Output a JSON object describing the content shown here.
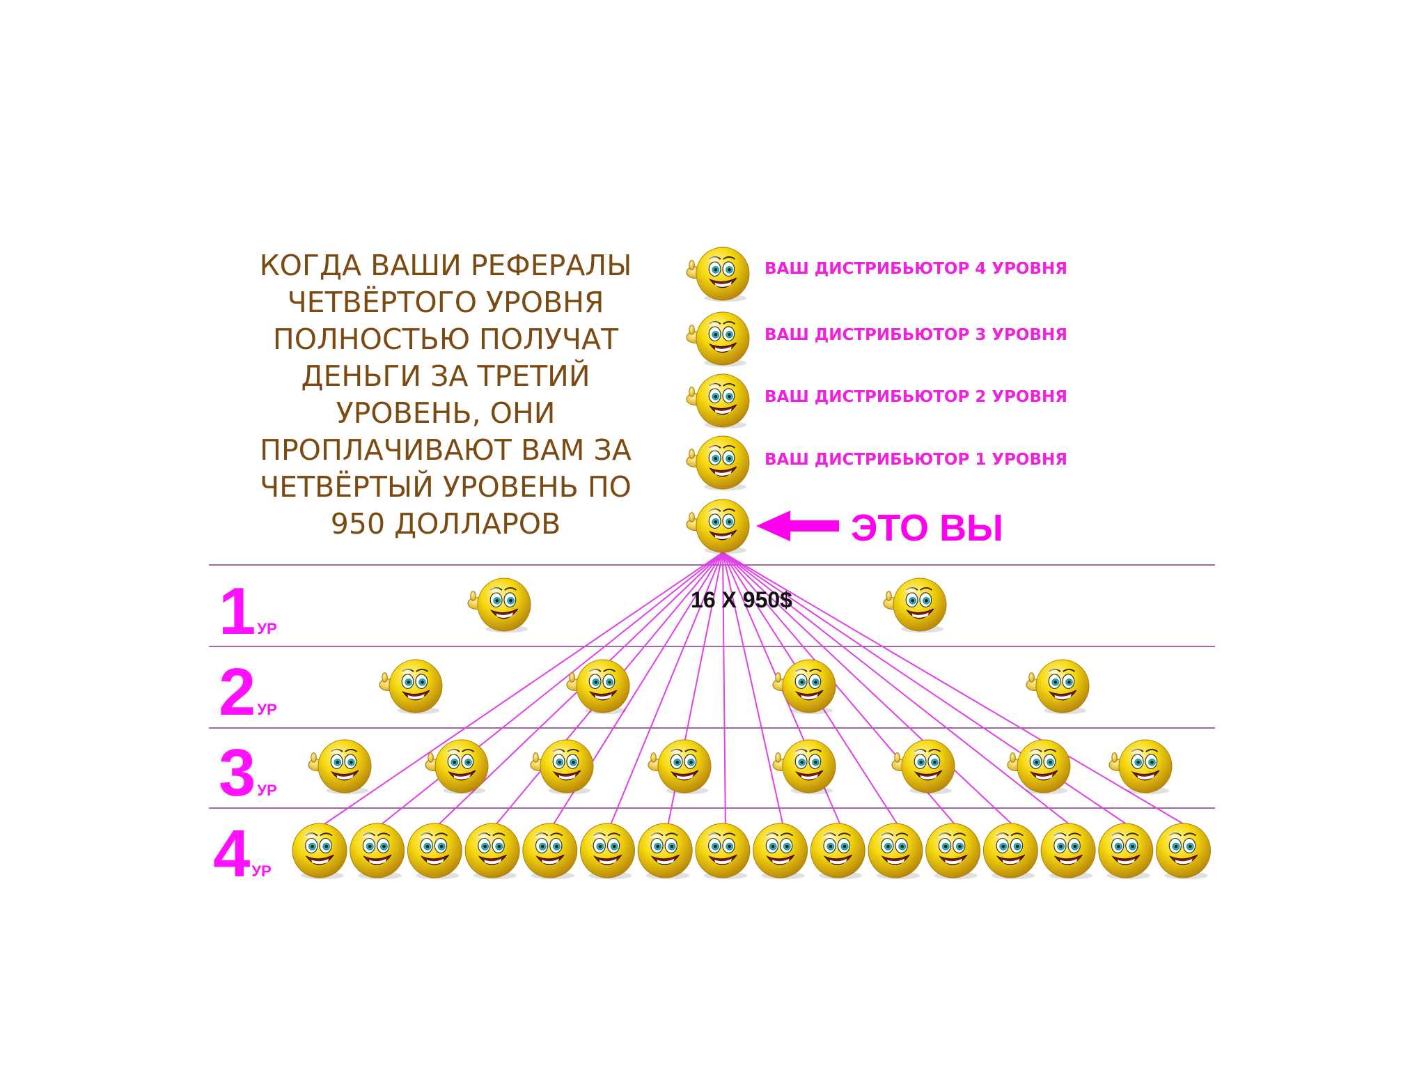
{
  "intro_text": {
    "lines": [
      "КОГДА ВАШИ РЕФЕРАЛЫ",
      "ЧЕТВЁРТОГО УРОВНЯ",
      "ПОЛНОСТЬЮ ПОЛУЧАТ",
      "ДЕНЬГИ ЗА ТРЕТИЙ",
      "УРОВЕНЬ, ОНИ",
      "ПРОПЛАЧИВАЮТ ВАМ ЗА",
      "ЧЕТВЁРТЫЙ УРОВЕНЬ ПО",
      "950 ДОЛЛАРОВ"
    ]
  },
  "upline": [
    {
      "label": "ВАШ ДИСТРИБЬЮТОР 4 УРОВНЯ"
    },
    {
      "label": "ВАШ ДИСТРИБЬЮТОР 3 УРОВНЯ"
    },
    {
      "label": "ВАШ ДИСТРИБЬЮТОР 2 УРОВНЯ"
    },
    {
      "label": "ВАШ ДИСТРИБЬЮТОР 1 УРОВНЯ"
    }
  ],
  "you": {
    "label": "ЭТО ВЫ"
  },
  "formula": "16 X 950$",
  "levels": [
    {
      "number": "1",
      "suffix": "УР",
      "count": 2
    },
    {
      "number": "2",
      "suffix": "УР",
      "count": 4
    },
    {
      "number": "3",
      "suffix": "УР",
      "count": 8
    },
    {
      "number": "4",
      "suffix": "УР",
      "count": 16
    }
  ],
  "colors": {
    "brown_text": "#7a4a12",
    "magenta": "#ff00ee",
    "connector": "#e040e8",
    "divider": "#7a3a7a",
    "smiley_face": "#f4d20a"
  },
  "icons": {
    "member": "smiley-thumbs-up-icon",
    "arrow": "arrow-left-icon"
  }
}
